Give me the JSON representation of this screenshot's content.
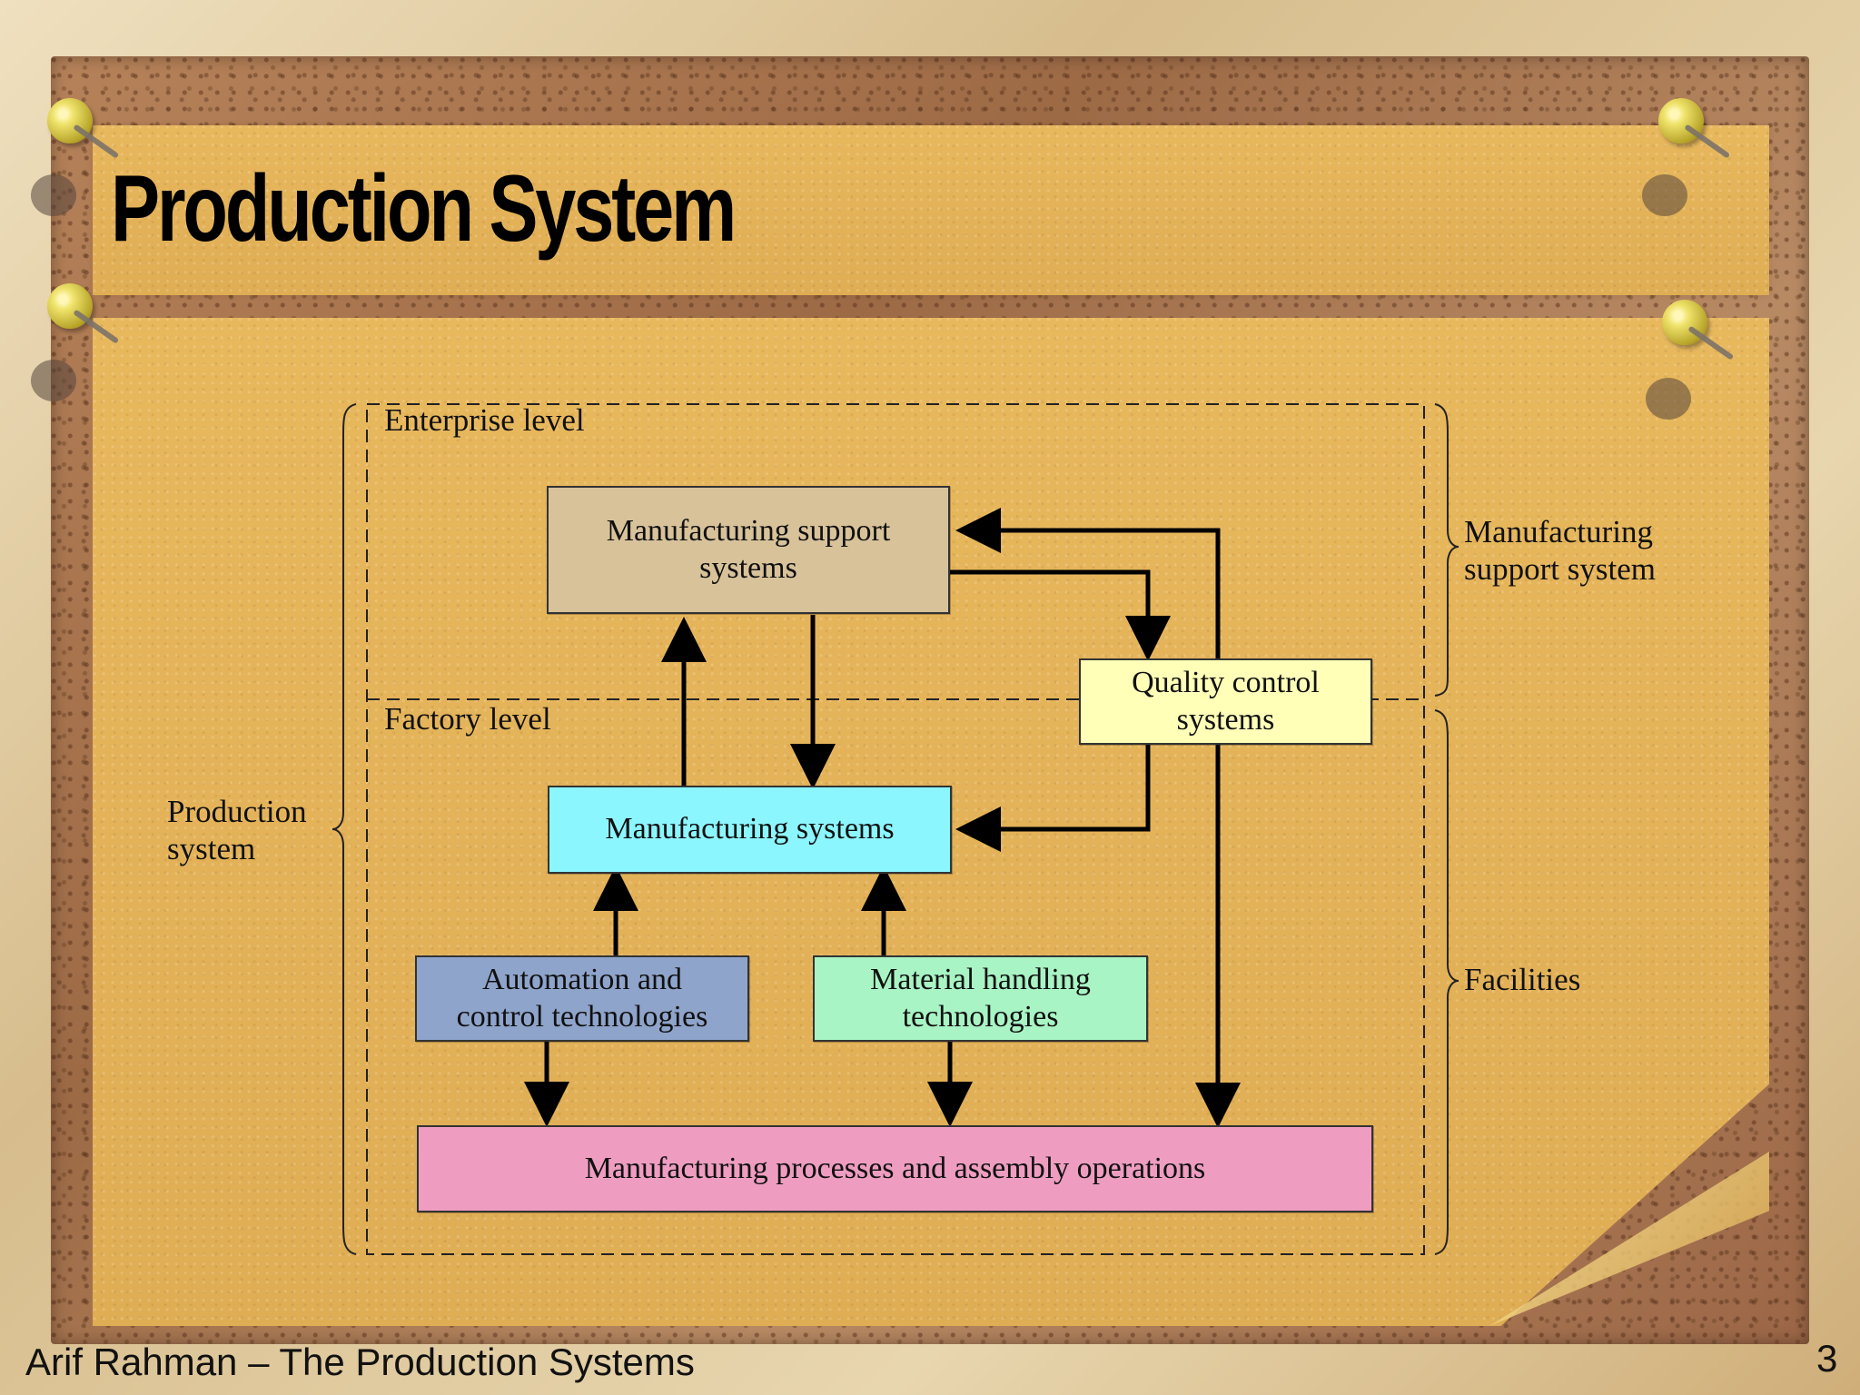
{
  "slide": {
    "title": "Production System",
    "footer": "Arif Rahman – The Production Systems",
    "page_number": "3"
  },
  "diagram": {
    "zones": {
      "enterprise": "Enterprise level",
      "factory": "Factory level"
    },
    "brace_labels": {
      "production_system": "Production\nsystem",
      "manufacturing_support_system": "Manufacturing\nsupport system",
      "facilities": "Facilities"
    },
    "boxes": {
      "manufacturing_support_systems": {
        "label": "Manufacturing support\nsystems",
        "color": "#d8c29a"
      },
      "quality_control_systems": {
        "label": "Quality control\nsystems",
        "color": "#ffffb8"
      },
      "manufacturing_systems": {
        "label": "Manufacturing systems",
        "color": "#8cf6ff"
      },
      "automation_control": {
        "label": "Automation and\ncontrol technologies",
        "color": "#8fa4cb"
      },
      "material_handling": {
        "label": "Material handling\ntechnologies",
        "color": "#a8f4c4"
      },
      "processes_operations": {
        "label": "Manufacturing processes and assembly operations",
        "color": "#ee9dc1"
      }
    }
  }
}
